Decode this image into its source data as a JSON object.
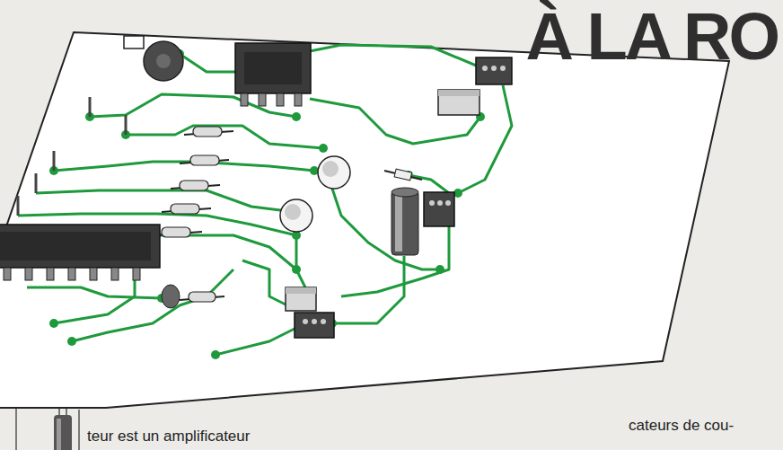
{
  "diagram": {
    "title": "À LA RO",
    "labels": [
      "teur est un amplificateur",
      "cateurs de cou-"
    ]
  }
}
